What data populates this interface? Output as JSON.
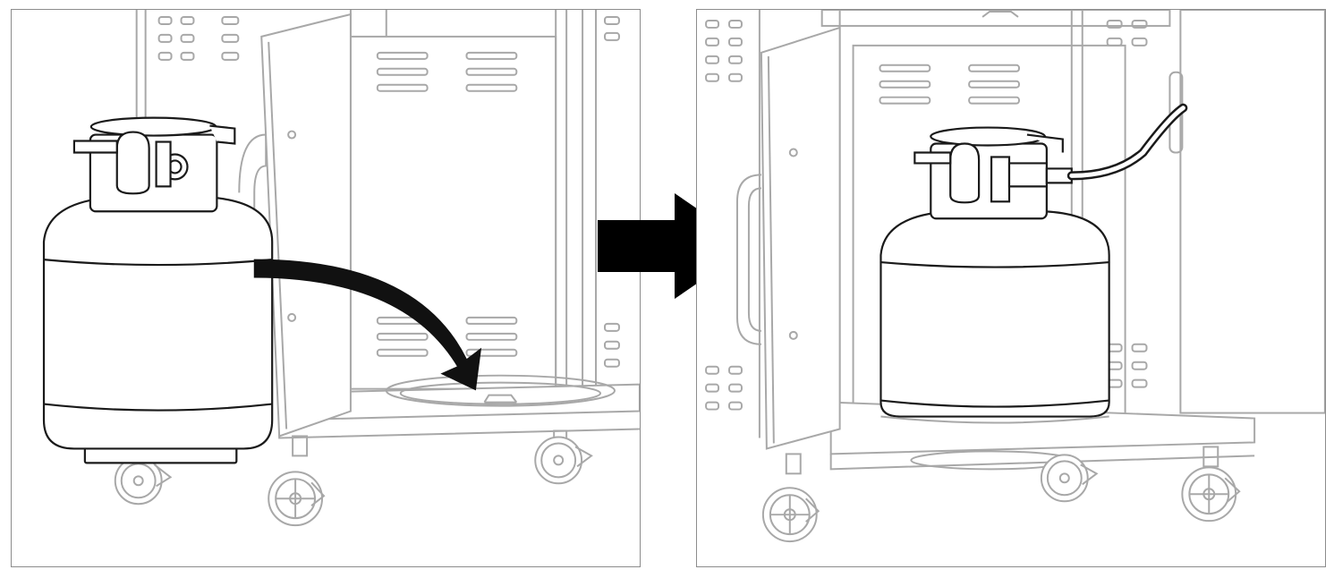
{
  "colors": {
    "frame_border": "#8c8c8c",
    "grill_line": "#a8a8a8",
    "tank_line": "#1a1a1a",
    "arrow_fill": "#000000",
    "background": "#ffffff"
  },
  "panels": [
    {
      "step": "before",
      "shows": [
        "grill-cabinet",
        "open-door",
        "propane-tank",
        "curved-placement-arrow",
        "tank-ring",
        "casters"
      ]
    },
    {
      "step": "after",
      "shows": [
        "grill-cabinet",
        "open-doors",
        "propane-tank-seated",
        "regulator-hose",
        "casters"
      ]
    }
  ],
  "connector": {
    "icon": "right-arrow-icon"
  }
}
